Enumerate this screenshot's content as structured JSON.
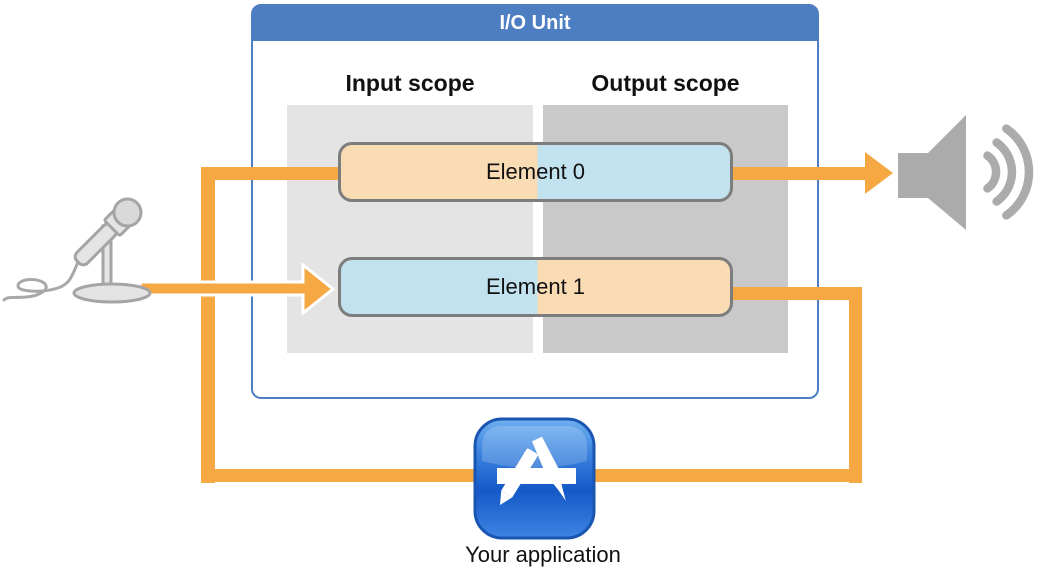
{
  "colors": {
    "accent_orange": "#F6A843",
    "header_blue": "#4D7EC1",
    "element_peach": "#FADCB4",
    "element_blue": "#C2E2EF",
    "panel_input_gray": "#E4E4E4",
    "panel_output_gray": "#C9C9C9",
    "element_border": "#7D7D7D",
    "device_icon_gray": "#ABABAB",
    "text_black": "#111111"
  },
  "diagram": {
    "io_unit": {
      "title": "I/O Unit",
      "input_scope_label": "Input scope",
      "output_scope_label": "Output scope",
      "elements": [
        {
          "label": "Element 0"
        },
        {
          "label": "Element 1"
        }
      ]
    },
    "application_label": "Your application",
    "icons": {
      "microphone": "microphone-icon",
      "speaker": "speaker-icon",
      "application": "app-store-icon"
    }
  }
}
